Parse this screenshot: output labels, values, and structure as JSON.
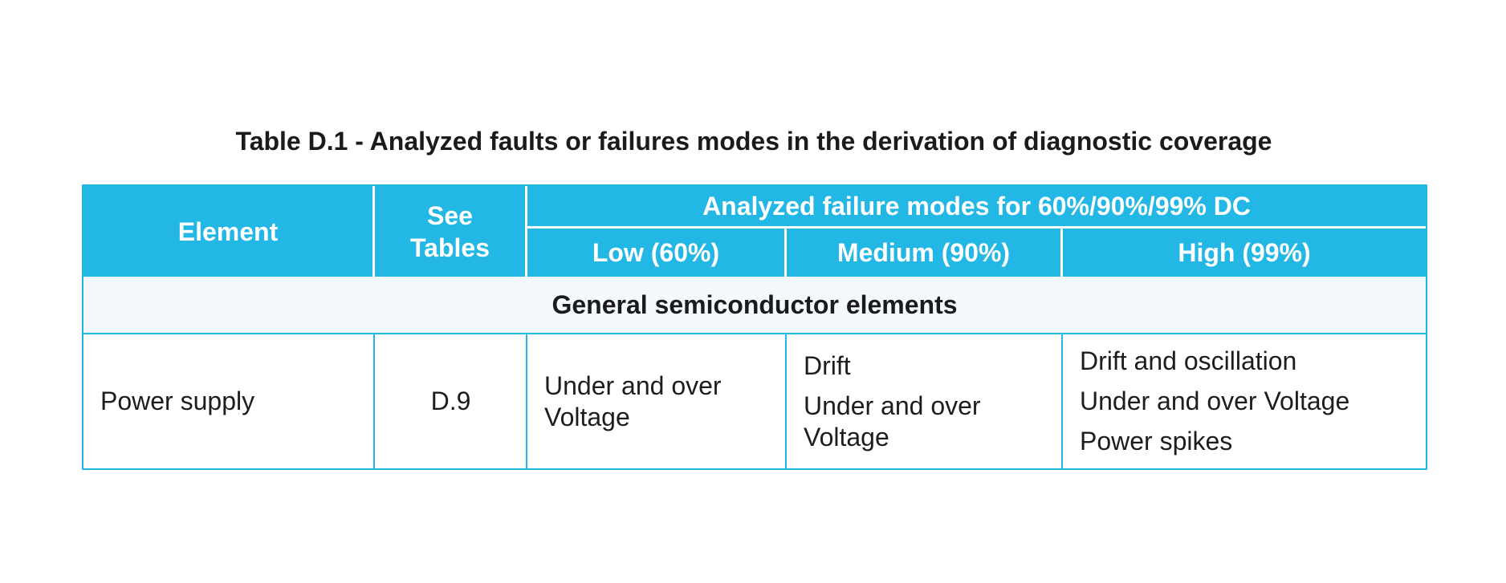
{
  "title": "Table D.1 - Analyzed faults or failures modes in the derivation of diagnostic coverage",
  "colors": {
    "header_bg": "#23b7e5",
    "header_text": "#ffffff",
    "section_row_bg": "#f3f9fc",
    "grid_border": "#23b7e5",
    "body_text": "#1d1d1f",
    "page_bg": "#ffffff"
  },
  "table": {
    "header": {
      "element_label": "Element",
      "see_tables_label": "See\nTables",
      "span_label": "Analyzed failure modes for 60%/90%/99% DC",
      "sub_labels": {
        "low": "Low (60%)",
        "medium": "Medium (90%)",
        "high": "High (99%)"
      }
    },
    "section_row_label": "General semiconductor elements",
    "rows": [
      {
        "element": "Power supply",
        "see_tables": "D.9",
        "low_modes": [
          "Under and over Voltage"
        ],
        "medium_modes": [
          "Drift",
          "Under and over Voltage"
        ],
        "high_modes": [
          "Drift and oscillation",
          "Under and over Voltage",
          "Power spikes"
        ]
      }
    ]
  }
}
